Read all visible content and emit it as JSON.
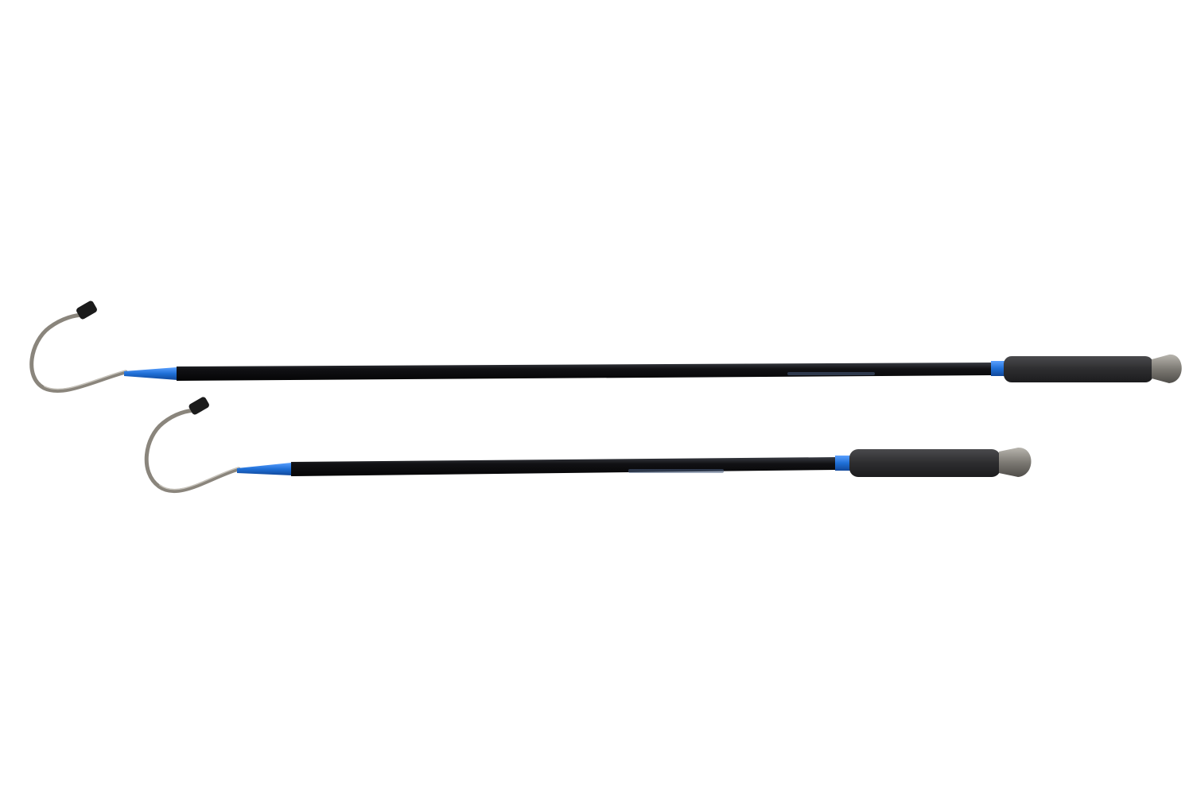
{
  "scene": {
    "background": "#ffffff",
    "objects": [
      {
        "name": "long-gaff",
        "kind": "fishing-gaff",
        "colors": {
          "shaft": "#0b0b0d",
          "shaft_highlight": "#3a3d44",
          "accent": "#1f6fd6",
          "grip": "#2f2f31",
          "butt_cap": "#8d8b86",
          "hook": "#8a857c",
          "hook_tip": "#1b1b1b"
        }
      },
      {
        "name": "short-gaff",
        "kind": "fishing-gaff",
        "colors": {
          "shaft": "#0b0b0d",
          "shaft_highlight": "#3a3d44",
          "accent": "#1f6fd6",
          "grip": "#2f2f31",
          "butt_cap": "#8d8b86",
          "hook": "#8a857c",
          "hook_tip": "#1b1b1b"
        }
      }
    ]
  }
}
